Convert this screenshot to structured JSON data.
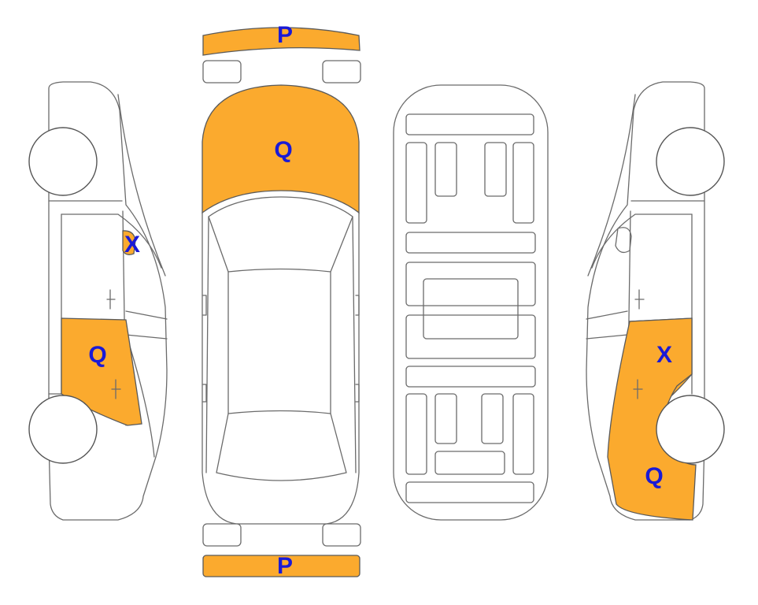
{
  "colors": {
    "damage_fill": "#fbaa2e",
    "label_text": "#1a1ad6",
    "outline": "#6b6b6b"
  },
  "labels": {
    "front_bumper": "P",
    "hood": "Q",
    "rear_bumper": "P",
    "left_mirror": "X",
    "left_front_door": "Q",
    "right_front_door": "X",
    "right_front_fender": "Q"
  }
}
